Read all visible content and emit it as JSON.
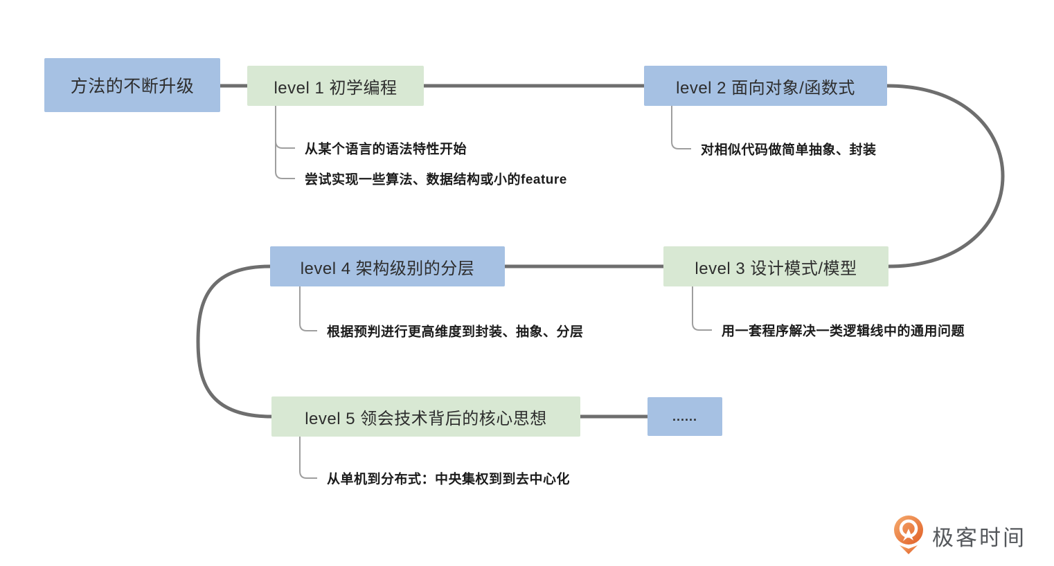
{
  "diagram": {
    "background": "#ffffff",
    "root": {
      "label": "方法的不断升级"
    },
    "nodes": [
      {
        "id": "level1",
        "label": "level 1 初学编程",
        "color": "green"
      },
      {
        "id": "level2",
        "label": "level 2 面向对象/函数式",
        "color": "blue"
      },
      {
        "id": "level3",
        "label": "level 3 设计模式/模型",
        "color": "green"
      },
      {
        "id": "level4",
        "label": "level 4 架构级别的分层",
        "color": "blue"
      },
      {
        "id": "level5",
        "label": "level 5 领会技术背后的核心思想",
        "color": "green"
      },
      {
        "id": "more",
        "label": "......",
        "color": "blue"
      }
    ],
    "notes": {
      "level1": [
        "从某个语言的语法特性开始",
        "尝试实现一些算法、数据结构或小的feature"
      ],
      "level2": [
        "对相似代码做简单抽象、封装"
      ],
      "level3": [
        "用一套程序解决一类逻辑线中的通用问题"
      ],
      "level4": [
        "根据预判进行更高维度到封装、抽象、分层"
      ],
      "level5": [
        "从单机到分布式：中央集权到到去中心化"
      ]
    },
    "colors": {
      "node_blue": "#a6c1e3",
      "node_green": "#d8e8d3",
      "edge_thick": "#6e6e6e",
      "edge_thin": "#9e9e9e",
      "node_text": "#2d2d2d",
      "note_text": "#1b1b1b"
    }
  },
  "watermark": {
    "brand": "极客时间",
    "logo_color": "#e8743a",
    "text_color": "#54575b"
  }
}
